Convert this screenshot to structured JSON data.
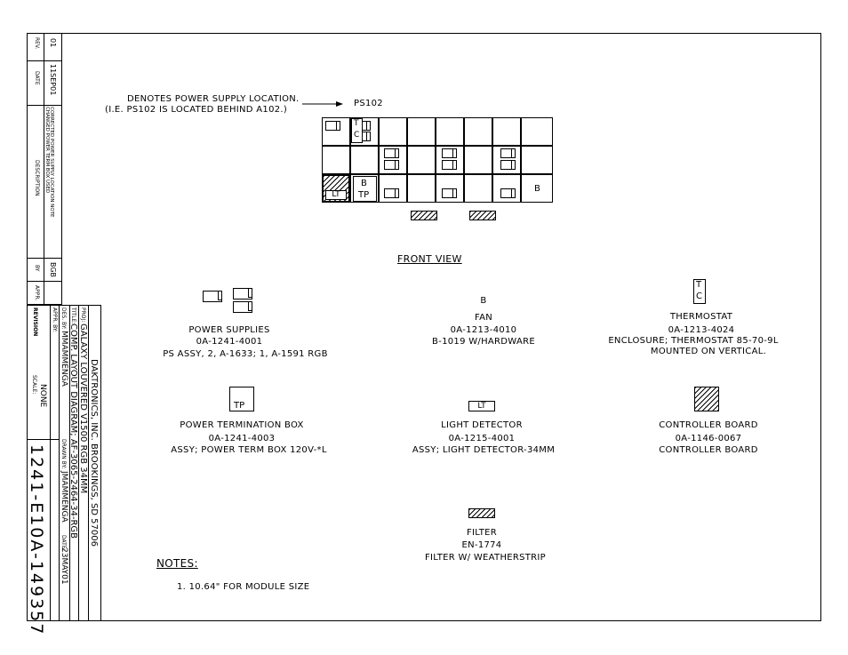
{
  "revision_block": {
    "headers": {
      "rev": "REV.",
      "date": "DATE",
      "description": "DESCRIPTION",
      "by": "BY",
      "appr": "APPR."
    },
    "row": {
      "rev": "01",
      "date": "11SEP01",
      "description_line1": "CORRECTED POWER SUPPLY LOCATION NOTE",
      "description_line2": "CHANGED POWER TERM BOX USED",
      "by": "BGB",
      "appr": ""
    },
    "label": "REVISION"
  },
  "title_block": {
    "company": "DAKTRONICS, INC.   BROOKINGS, SD 57006",
    "proj_label": "PROJ:",
    "proj": "GALAXY LOUVERED V1500 RGB 34MM",
    "title_label": "TITLE:",
    "title": "COMP. LAYOUT DIAGRAM; AF-3065-2464-34-RGB",
    "des_by_label": "DES. BY:",
    "des_by": "MMAMMENGA",
    "drawn_by_label": "DRAWN BY:",
    "drawn_by": "JMAMMENGA",
    "date_label": "DATE:",
    "date": "23MAY01",
    "appr_by_label": "APPR. BY:",
    "scale_label": "SCALE:",
    "scale": "NONE",
    "drawing_number": "1241-E10A-149357"
  },
  "callout": {
    "line1": "DENOTES POWER SUPPLY LOCATION.",
    "line2": "(I.E. PS102 IS LOCATED BEHIND A102.)",
    "target": "PS102"
  },
  "grid_labels": {
    "tc_t": "T",
    "tc_c": "C",
    "lt": "LT",
    "b": "B",
    "tp": "TP",
    "fan": "B"
  },
  "front_view": "FRONT VIEW",
  "legend": {
    "power_supplies": {
      "title": "POWER SUPPLIES",
      "part": "0A-1241-4001",
      "desc": "PS ASSY, 2, A-1633; 1, A-1591 RGB"
    },
    "fan": {
      "symbol": "B",
      "title": "FAN",
      "part": "0A-1213-4010",
      "desc": "B-1019 W/HARDWARE"
    },
    "thermostat": {
      "symbol_t": "T",
      "symbol_c": "C",
      "title": "THERMOSTAT",
      "part": "0A-1213-4024",
      "desc": "ENCLOSURE; THERMOSTAT 85-70-9L",
      "note": "MOUNTED ON VERTICAL."
    },
    "power_term": {
      "symbol": "TP",
      "title": "POWER TERMINATION BOX",
      "part": "0A-1241-4003",
      "desc": "ASSY; POWER TERM BOX 120V-*L"
    },
    "light_detector": {
      "symbol": "LT",
      "title": "LIGHT DETECTOR",
      "part": "0A-1215-4001",
      "desc": "ASSY; LIGHT DETECTOR-34MM"
    },
    "controller": {
      "title": "CONTROLLER BOARD",
      "part": "0A-1146-0067",
      "desc": "CONTROLLER BOARD"
    },
    "filter": {
      "title": "FILTER",
      "part": "EN-1774",
      "desc": "FILTER W/ WEATHERSTRIP"
    }
  },
  "notes": {
    "heading": "NOTES:",
    "items": [
      "1.  10.64\" FOR MODULE SIZE"
    ]
  }
}
